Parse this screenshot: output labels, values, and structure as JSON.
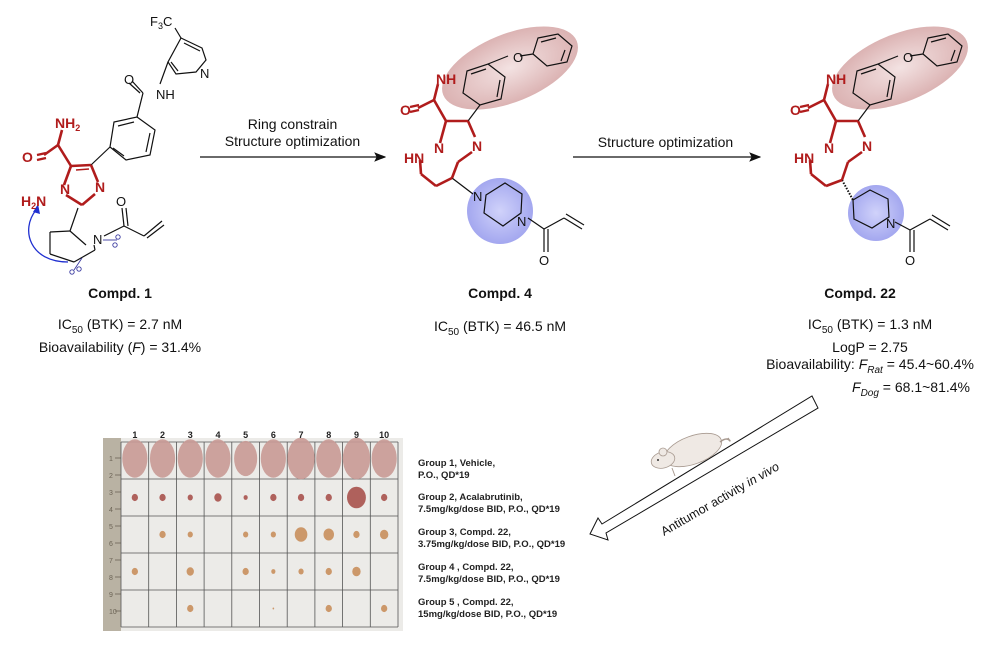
{
  "scheme": {
    "arrows": [
      {
        "label_lines": [
          "Ring constrain",
          "Structure optimization"
        ]
      },
      {
        "label_lines": [
          "Structure optimization"
        ]
      }
    ],
    "compounds": [
      {
        "name": "Compd. 1",
        "atoms": {
          "cf3": "F3C",
          "amide_o": "O",
          "amide_nh": "NH",
          "pyr_n": "N",
          "nh2": "NH2",
          "o": "O",
          "n1": "N",
          "n2": "N",
          "h2n": "H2N",
          "pip_n": "N",
          "acryl_o": "O"
        },
        "properties": [
          {
            "label": "IC50 (BTK)",
            "sub": "50",
            "value": "2.7 nM"
          },
          {
            "label": "Bioavailability (F)",
            "value": "31.4%"
          }
        ]
      },
      {
        "name": "Compd. 4",
        "atoms": {
          "o_ether": "O",
          "nh": "NH",
          "o": "O",
          "hn": "HN",
          "n": "N",
          "n2": "N",
          "pz_n1": "N",
          "pz_n2": "N",
          "acryl_o": "O"
        },
        "properties": [
          {
            "label": "IC50 (BTK)",
            "value": "46.5 nM"
          }
        ]
      },
      {
        "name": "Compd. 22",
        "atoms": {
          "o_ether": "O",
          "nh": "NH",
          "o": "O",
          "hn": "HN",
          "n": "N",
          "n2": "N",
          "pip_n": "N",
          "acryl_o": "O"
        },
        "properties": [
          {
            "label": "IC50 (BTK)",
            "value": "1.3 nM"
          },
          {
            "label": "LogP",
            "value": "2.75"
          },
          {
            "label": "Bioavailability: F_Rat",
            "value": "45.4~60.4%"
          },
          {
            "label": "F_Dog",
            "value": "68.1~81.4%"
          }
        ]
      }
    ],
    "text": {
      "ic50_prefix": "IC",
      "ic50_sub": "50",
      "ic50_suffix": " (BTK) = ",
      "c1_ic50": "2.7 nM",
      "c1_bio_prefix": "Bioavailability (",
      "c1_bio_f": "F",
      "c1_bio_suffix": ") = 31.4%",
      "c4_ic50": "46.5 nM",
      "c22_ic50": "1.3 nM",
      "c22_logp": "LogP = 2.75",
      "c22_bio_prefix": "Bioavailability: ",
      "f": "F",
      "rat": "Rat",
      "dog": "Dog",
      "c22_rat_val": " = 45.4~60.4%",
      "c22_dog_val": " = 68.1~81.4%"
    }
  },
  "invivo": {
    "arrow_label_prefix": "Antitumor activity ",
    "arrow_label_italic": "in vivo",
    "animal_icon": "mouse-icon",
    "photo": {
      "columns": [
        "1",
        "2",
        "3",
        "4",
        "5",
        "6",
        "7",
        "8",
        "9",
        "10"
      ],
      "ruler_marks": [
        "1",
        "2",
        "3",
        "4",
        "5",
        "6",
        "7",
        "8",
        "9",
        "10"
      ]
    },
    "groups": [
      {
        "line1": "Group 1, Vehicle,",
        "line2": "P.O., QD*19"
      },
      {
        "line1": "Group 2, Acalabrutinib,",
        "line2": "7.5mg/kg/dose BID, P.O., QD*19"
      },
      {
        "line1": "Group 3, Compd. 22,",
        "line2": "3.75mg/kg/dose BID, P.O., QD*19"
      },
      {
        "line1": "Group 4 , Compd. 22,",
        "line2": "7.5mg/kg/dose BID, P.O., QD*19"
      },
      {
        "line1": "Group 5 , Compd. 22,",
        "line2": "15mg/kg/dose BID, P.O., QD*19"
      }
    ]
  },
  "colors": {
    "scaffold_red": "#b01c1c",
    "highlight_pink": "#e4c4c4",
    "highlight_blue": "#aeb0f0",
    "arrow_blue": "#1f2fd0"
  }
}
